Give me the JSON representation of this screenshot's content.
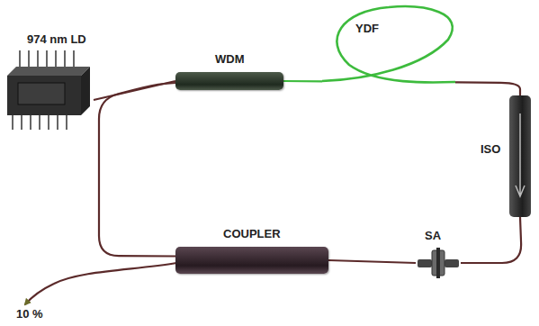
{
  "diagram": {
    "nodes": [
      {
        "text": [
          "974 nm LD"
        ]
      },
      {
        "text": [
          "WDM"
        ]
      },
      {
        "text": [
          "YDF"
        ]
      },
      {
        "text": [
          "ISO"
        ]
      },
      {
        "text": [
          "SA"
        ]
      },
      {
        "text": [
          "COUPLER"
        ]
      }
    ],
    "edges": [
      {
        "from": 0,
        "to": 1,
        "arrow": "none"
      },
      {
        "from": 1,
        "to": 2,
        "arrow": "none"
      },
      {
        "from": 2,
        "to": 3,
        "arrow": "none"
      },
      {
        "from": 3,
        "to": 4,
        "arrow": "none"
      },
      {
        "from": 4,
        "to": 5,
        "arrow": "none"
      },
      {
        "from": 5,
        "to": 1,
        "arrow": "none"
      }
    ],
    "labels": [
      "10 %"
    ]
  }
}
